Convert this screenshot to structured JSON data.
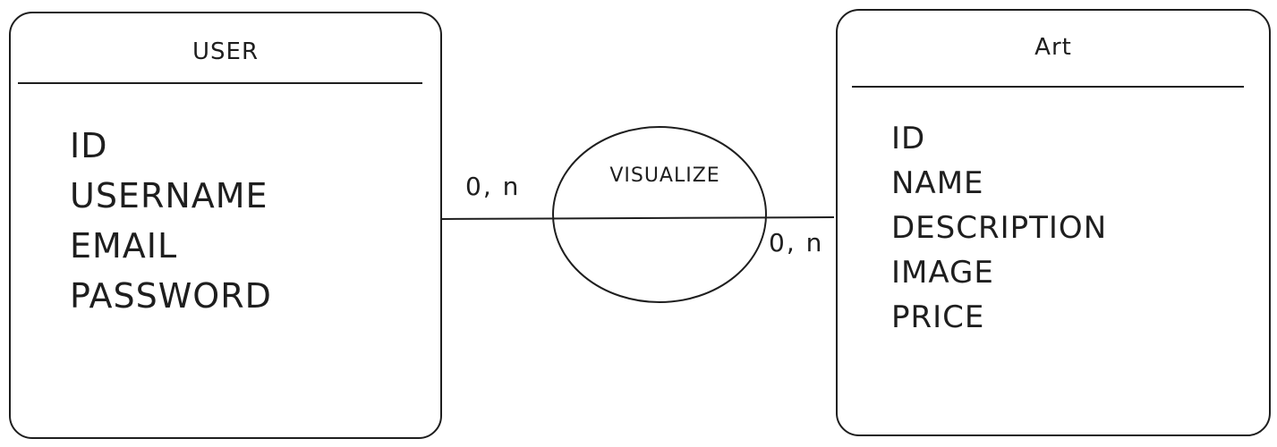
{
  "diagram": {
    "entities": [
      {
        "title": "USER",
        "attributes": [
          "ID",
          "USERNAME",
          "EMAIL",
          "PASSWORD"
        ]
      },
      {
        "title": "Art",
        "attributes": [
          "ID",
          "NAME",
          "DESCRIPTION",
          "IMAGE",
          "PRICE"
        ]
      }
    ],
    "relationship": {
      "name": "VISUALIZE",
      "cardinality_user": "0, n",
      "cardinality_art": "0, n"
    }
  }
}
